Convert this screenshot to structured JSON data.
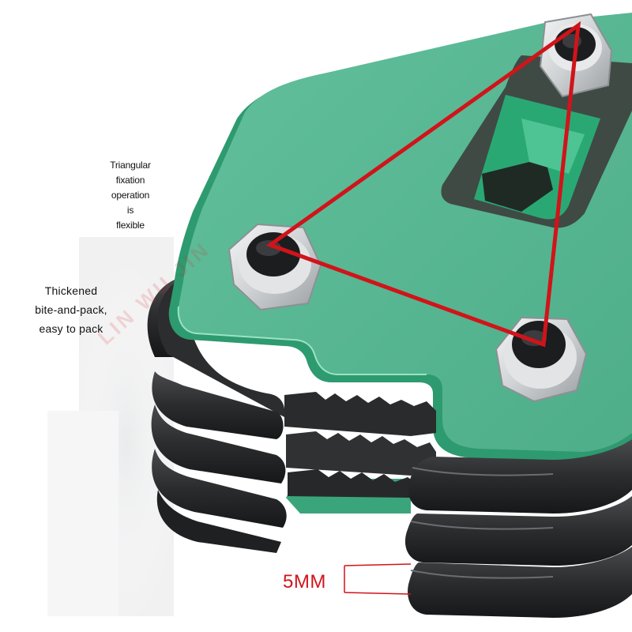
{
  "callouts": {
    "triangle": "Triangular\nfixation\noperation\nis\nflexible",
    "bite": "Thickened\nbite-and-pack,\neasy to pack"
  },
  "dimension": {
    "label": "5MM"
  },
  "watermark": {
    "text": "LIN WU JIN"
  },
  "colors": {
    "plate_green": "#5bb896",
    "plate_edge": "#2e9a6f",
    "jaw_black": "#2a2b2d",
    "triangle_red": "#d0141a",
    "nut_silver": "#dcdedf"
  }
}
